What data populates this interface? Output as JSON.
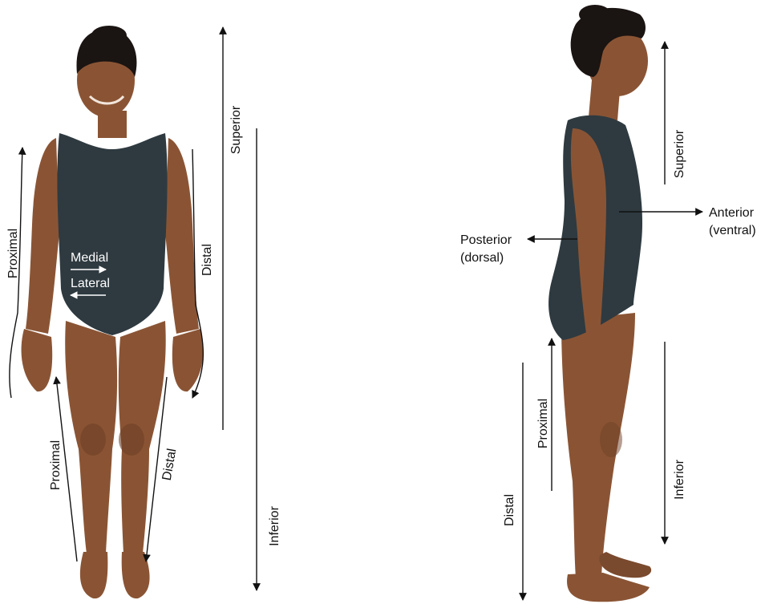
{
  "colors": {
    "background": "#ffffff",
    "swimsuit": "#2e3a40",
    "skin": "#8a5434",
    "skin_shadow": "#6e4026",
    "hair": "#1a1412",
    "arrow": "#111111",
    "arrow_on_suit": "#ffffff"
  },
  "anterior_view": {
    "labels": {
      "superior": "Superior",
      "inferior": "Inferior",
      "proximal_arm": "Proximal",
      "distal_arm": "Distal",
      "proximal_leg": "Proximal",
      "distal_leg": "Distal",
      "medial": "Medial",
      "lateral": "Lateral"
    }
  },
  "lateral_view": {
    "labels": {
      "superior": "Superior",
      "inferior": "Inferior",
      "anterior": "Anterior",
      "anterior_alt": "(ventral)",
      "posterior": "Posterior",
      "posterior_alt": "(dorsal)",
      "proximal": "Proximal",
      "distal": "Distal"
    }
  }
}
